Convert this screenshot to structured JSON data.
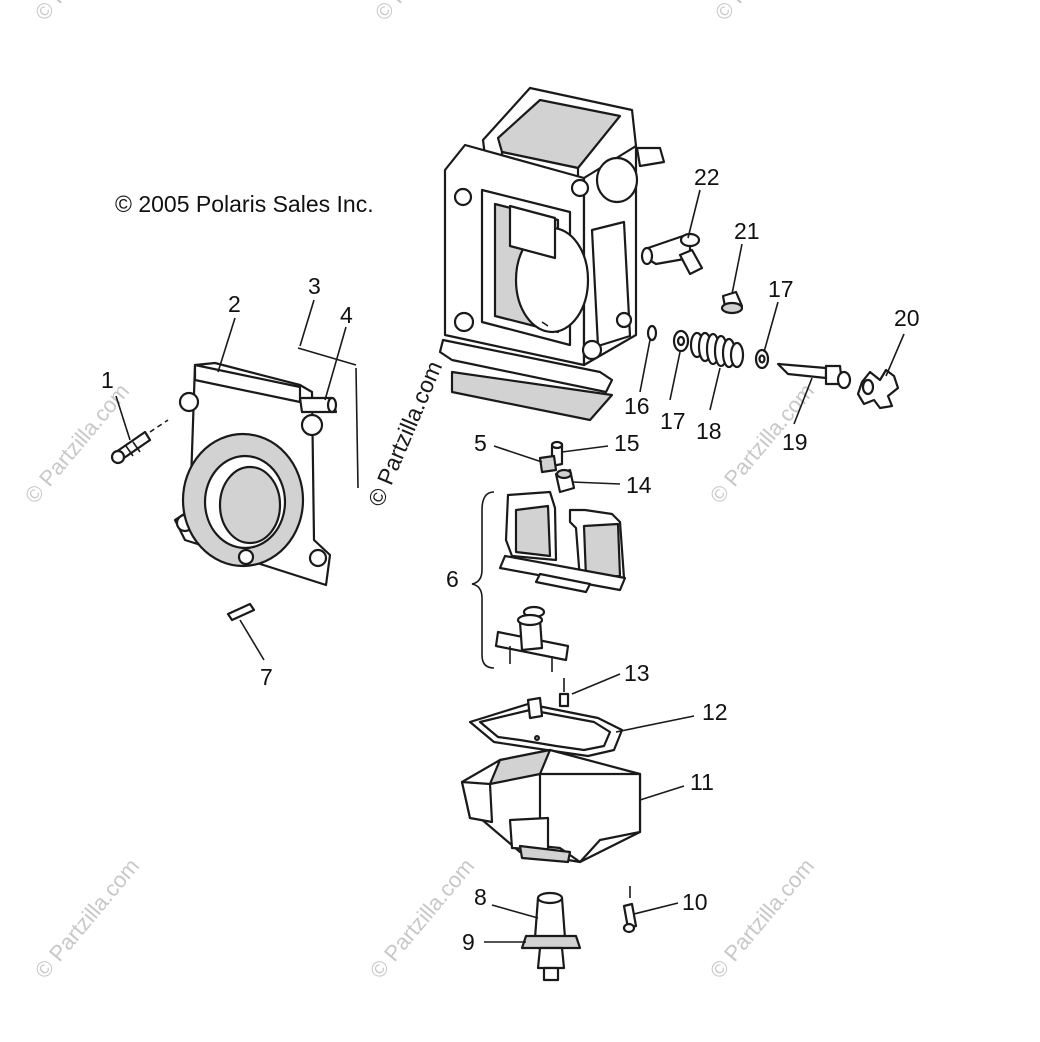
{
  "copyright": "© 2005 Polaris Sales Inc.",
  "watermark": "© Partzilla.com",
  "callouts": {
    "c1": "1",
    "c2": "2",
    "c3": "3",
    "c4": "4",
    "c5": "5",
    "c6": "6",
    "c7": "7",
    "c8": "8",
    "c9": "9",
    "c10": "10",
    "c11": "11",
    "c12": "12",
    "c13": "13",
    "c14": "14",
    "c15": "15",
    "c16": "16",
    "c17a": "17",
    "c17b": "17",
    "c18": "18",
    "c19": "19",
    "c20": "20",
    "c21": "21",
    "c22": "22"
  }
}
